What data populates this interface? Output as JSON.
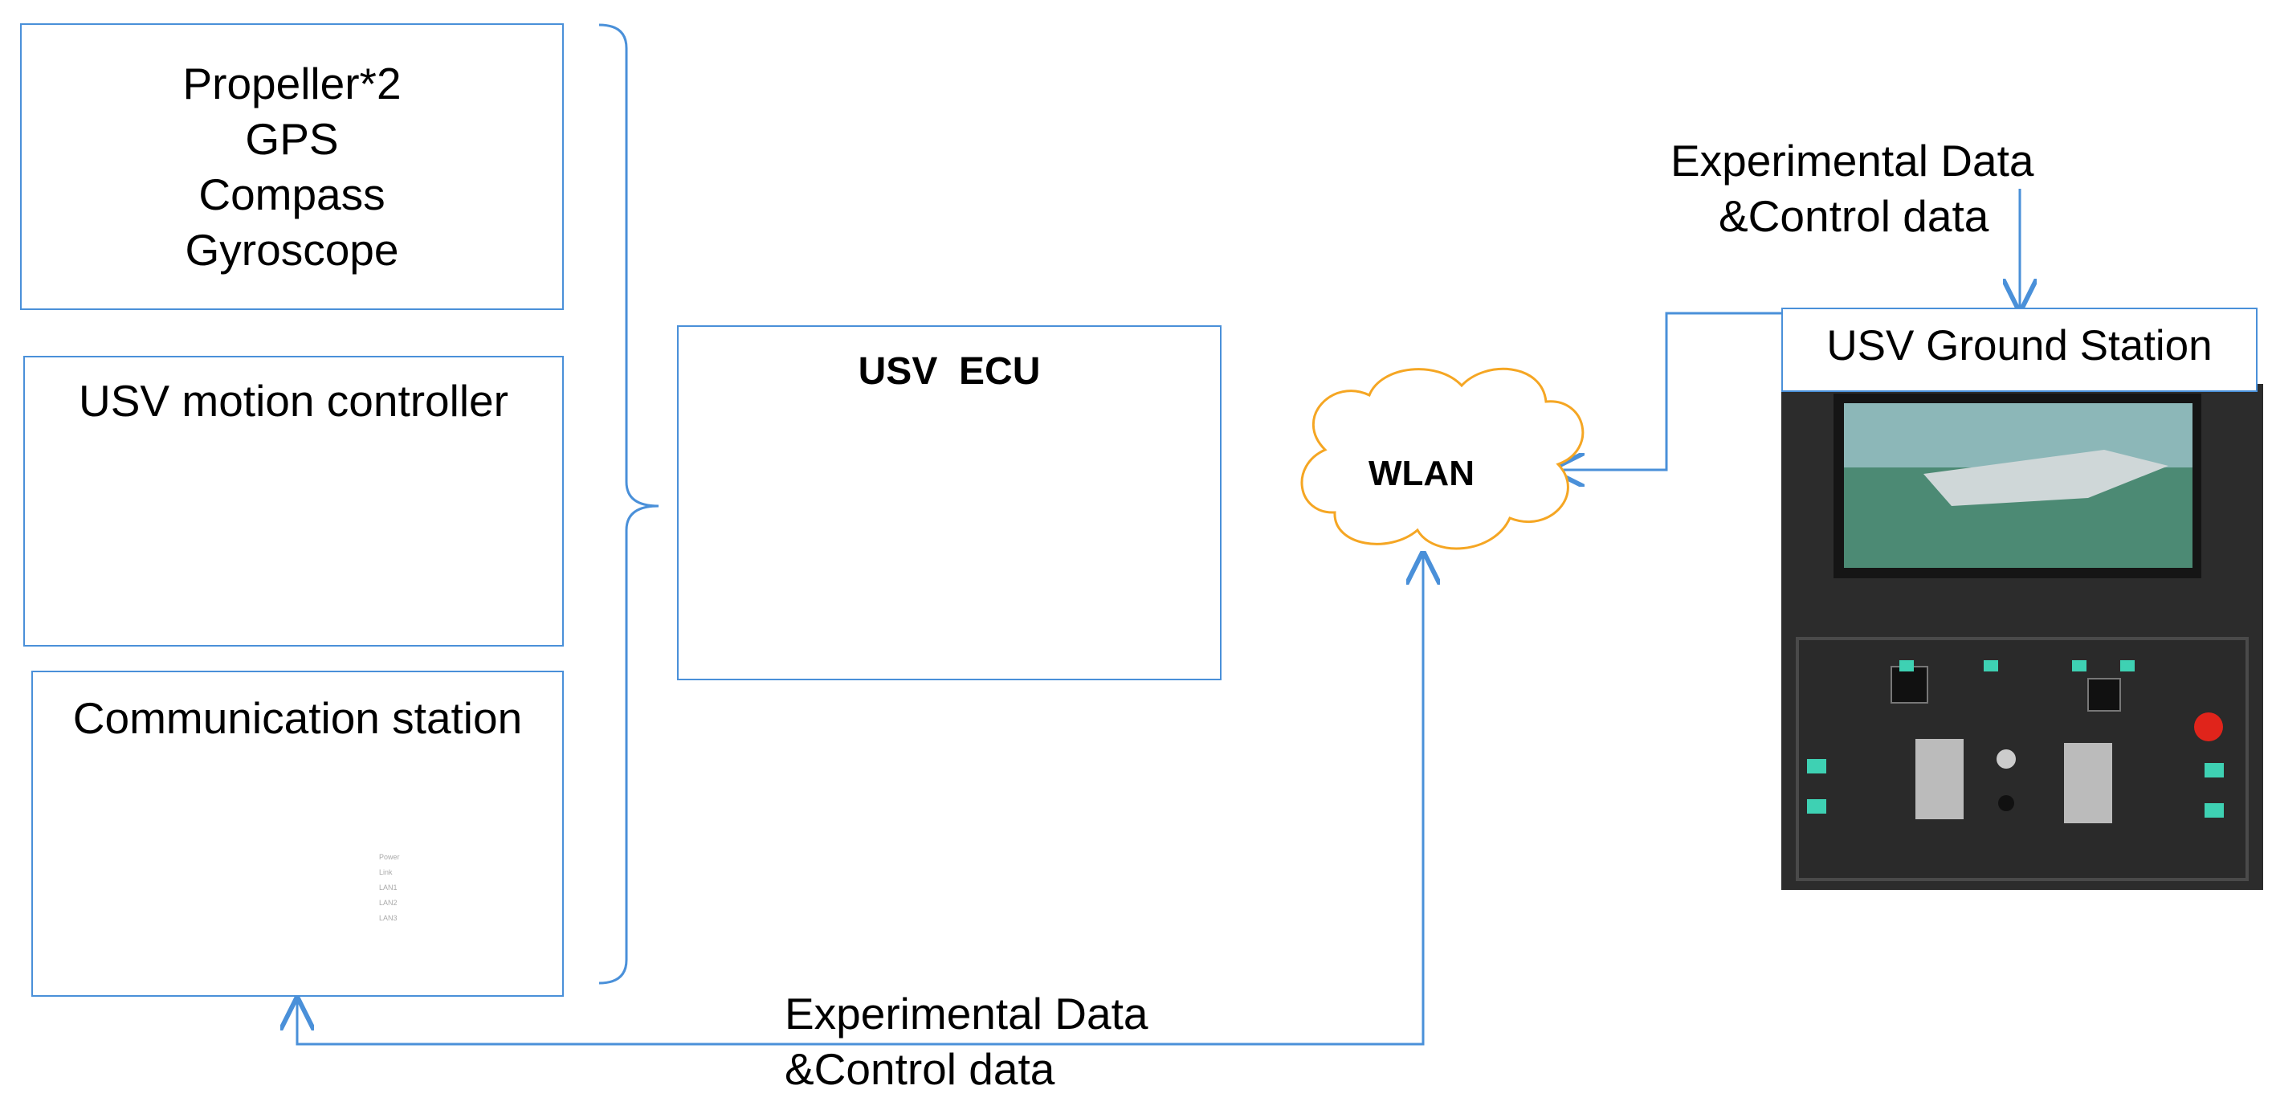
{
  "sensors_box": {
    "lines": [
      "Propeller*2",
      "GPS",
      "Compass",
      "Gyroscope"
    ]
  },
  "motion_controller": {
    "label": "USV motion controller"
  },
  "comm_station": {
    "label": "Communication station",
    "led_labels": [
      "Power",
      "Link",
      "LAN1",
      "LAN2",
      "LAN3"
    ]
  },
  "ecu": {
    "label": "USV  ECU"
  },
  "wlan": {
    "label": "WLAN"
  },
  "ground_station": {
    "label": "USV Ground Station"
  },
  "link_top": {
    "line1": "Experimental Data",
    "line2": "&Control data"
  },
  "link_bottom": {
    "line1": "Experimental Data",
    "line2": "&Control data"
  },
  "colors": {
    "box_border": "#4a90d9",
    "arrow": "#4a90d9",
    "cloud_stroke": "#f5a623"
  },
  "icons": {
    "controller_board": "pcb-board-icon",
    "comm_device": "router-icon",
    "ecu_device": "fanless-pc-icon",
    "ground_station_device": "control-console-icon"
  }
}
